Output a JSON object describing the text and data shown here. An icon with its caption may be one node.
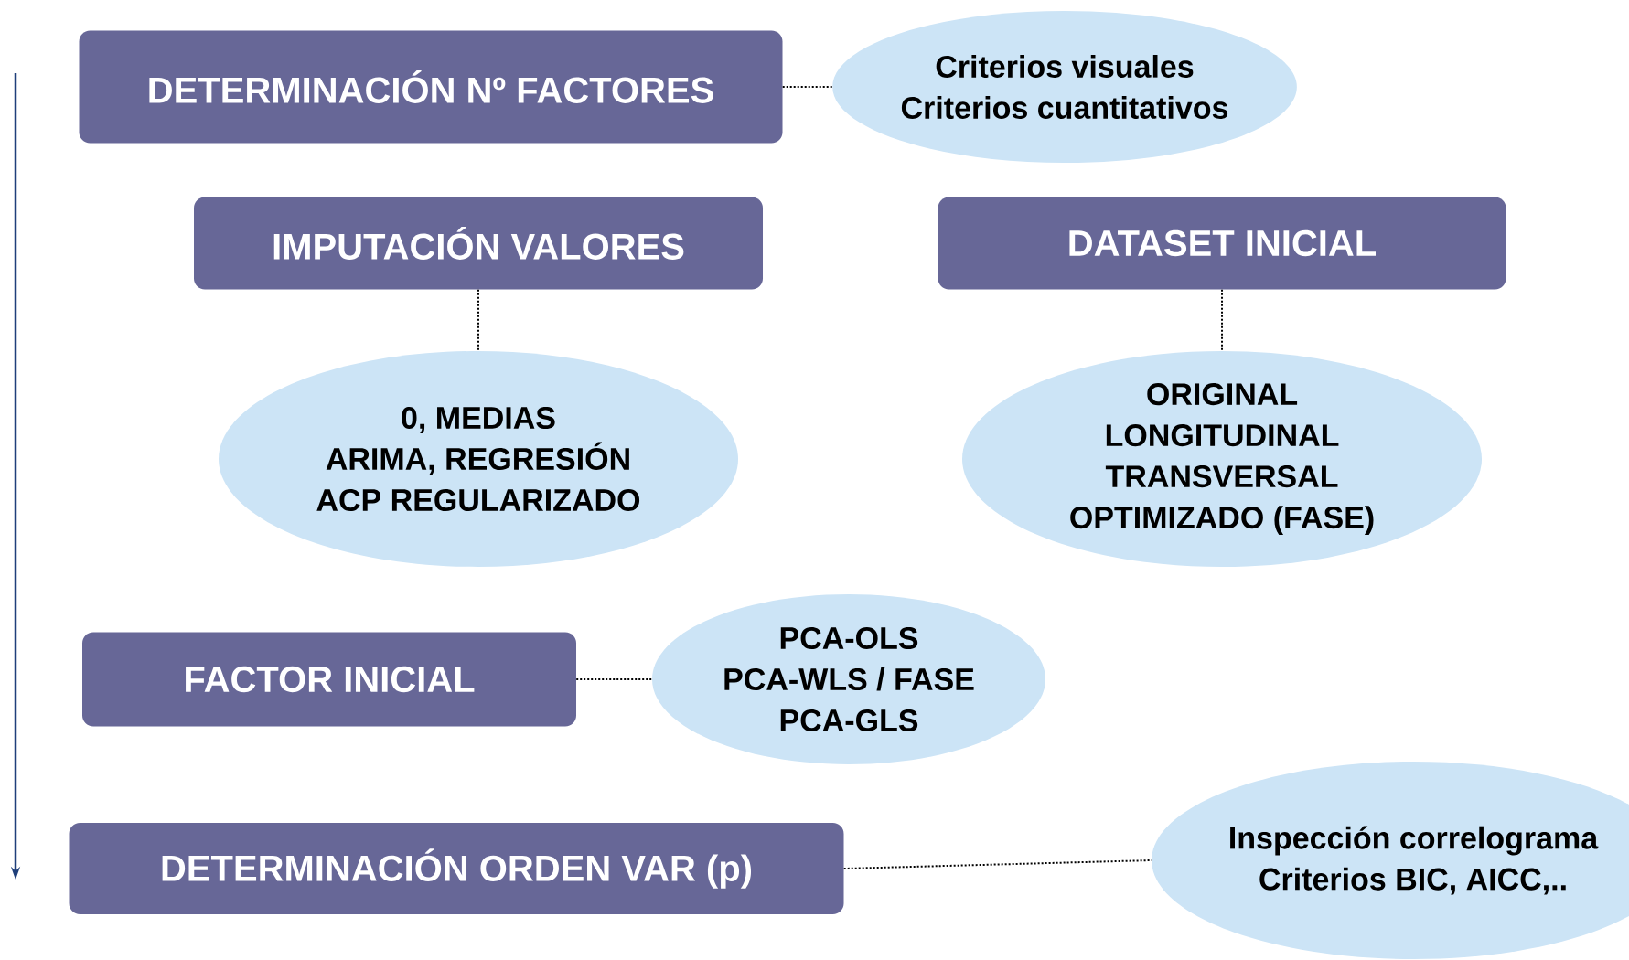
{
  "diagram": {
    "nodes": [
      {
        "text": [
          "DETERMINACIÓN Nº FACTORES"
        ]
      },
      {
        "text": [
          "Criterios visuales",
          "Criterios cuantitativos"
        ]
      },
      {
        "text": [
          "IMPUTACIÓN VALORES"
        ]
      },
      {
        "text": [
          "DATASET INICIAL"
        ]
      },
      {
        "text": [
          "0, MEDIAS",
          "ARIMA, REGRESIÓN",
          "ACP REGULARIZADO"
        ]
      },
      {
        "text": [
          "ORIGINAL",
          "LONGITUDINAL",
          "TRANSVERSAL",
          "OPTIMIZADO (FASE)"
        ]
      },
      {
        "text": [
          "FACTOR INICIAL"
        ]
      },
      {
        "text": [
          "PCA-OLS",
          "PCA-WLS / FASE",
          "PCA-GLS"
        ]
      },
      {
        "text": [
          "DETERMINACIÓN ORDEN VAR (p)"
        ]
      },
      {
        "text": [
          "Inspección correlograma",
          "Criterios BIC, AICC,.."
        ]
      }
    ],
    "edges": [
      {
        "from": 0,
        "to": 1,
        "arrow": "none",
        "style": "dashed"
      },
      {
        "from": 2,
        "to": 4,
        "arrow": "none",
        "style": "dashed"
      },
      {
        "from": 3,
        "to": 5,
        "arrow": "none",
        "style": "dashed"
      },
      {
        "from": 6,
        "to": 7,
        "arrow": "none",
        "style": "dashed"
      },
      {
        "from": 8,
        "to": 9,
        "arrow": "none",
        "style": "dashed"
      }
    ]
  }
}
